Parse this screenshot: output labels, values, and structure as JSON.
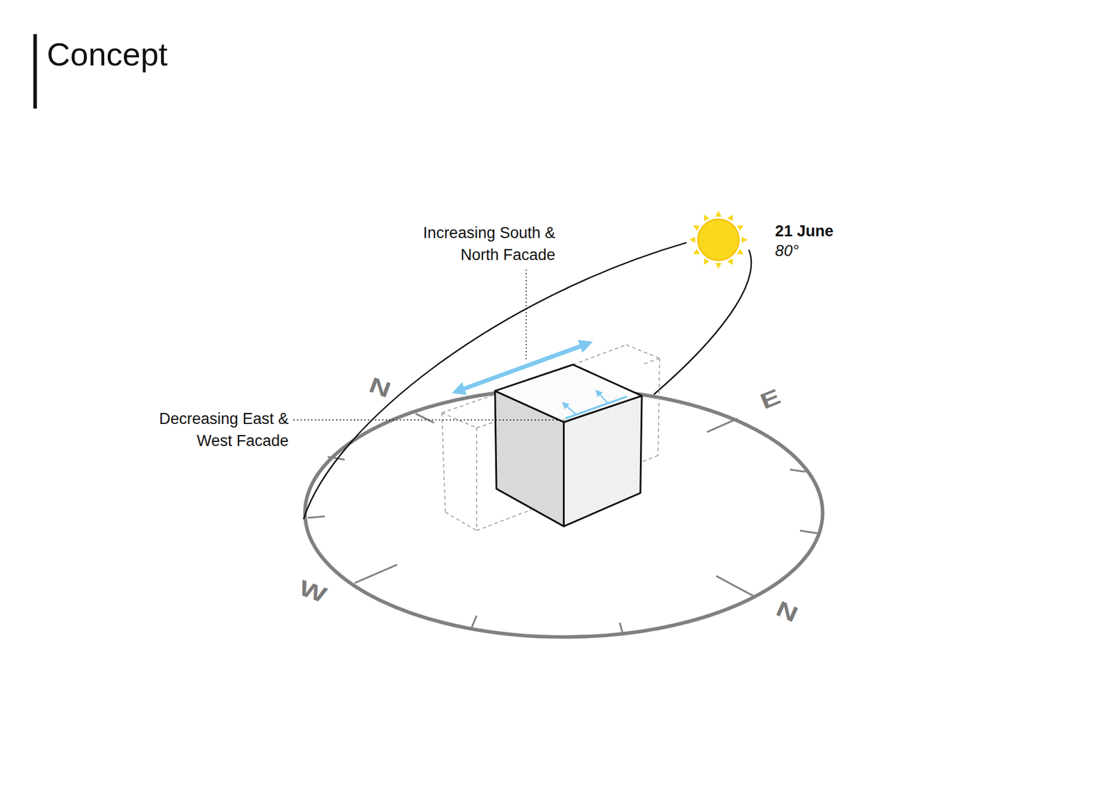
{
  "diagram": {
    "title": "Concept",
    "labels": [
      "Increasing South & North Facade",
      "Decreasing East & West Facade",
      "21 June",
      "80°",
      "N",
      "E",
      "W",
      "N"
    ]
  }
}
